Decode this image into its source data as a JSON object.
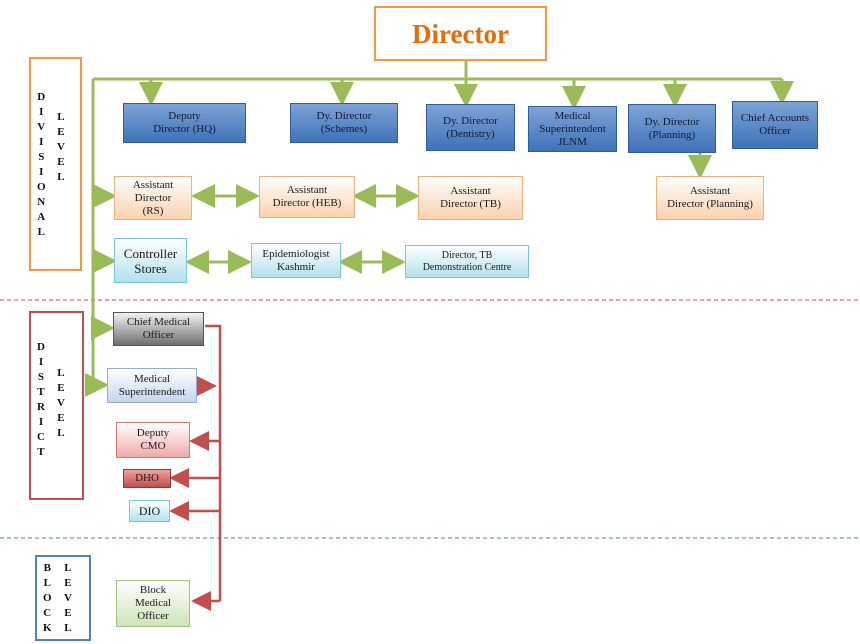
{
  "top": {
    "director": "Director"
  },
  "levels": {
    "divisional": {
      "word1": "DIVISIONAL",
      "word2": "LEVEL"
    },
    "district": {
      "word1": "DISTRICT",
      "word2": "LEVEL"
    },
    "block": {
      "word1": "BLOCK",
      "word2": "LEVEL"
    }
  },
  "divisional_row1": [
    {
      "line1": "Deputy",
      "line2": "Director (HQ)",
      "line3": ""
    },
    {
      "line1": "Dy. Director",
      "line2": "(Schemes)",
      "line3": ""
    },
    {
      "line1": "Dy. Director",
      "line2": "(Dentistry)",
      "line3": ""
    },
    {
      "line1": "Medical",
      "line2": "Superintendent",
      "line3": "JLNM"
    },
    {
      "line1": "Dy. Director",
      "line2": "(Planning)",
      "line3": ""
    },
    {
      "line1": "Chief Accounts",
      "line2": "Officer",
      "line3": ""
    }
  ],
  "divisional_row2": [
    {
      "line1": "Assistant",
      "line2": "Director",
      "line3": "(RS)"
    },
    {
      "line1": "Assistant",
      "line2": "Director (HEB)",
      "line3": ""
    },
    {
      "line1": "Assistant",
      "line2": "Director (TB)",
      "line3": ""
    },
    {
      "line1": "Assistant",
      "line2": "Director (Planning)",
      "line3": ""
    }
  ],
  "divisional_row3": [
    {
      "line1": "Controller",
      "line2": "Stores"
    },
    {
      "line1": "Epidemiologist",
      "line2": "Kashmir"
    },
    {
      "line1": "Director, TB",
      "line2": "Demonstration Centre"
    }
  ],
  "district": [
    {
      "line1": "Chief Medical",
      "line2": "Officer"
    },
    {
      "line1": "Medical",
      "line2": "Superintendent"
    },
    {
      "line1": "Deputy",
      "line2": "CMO"
    },
    {
      "line1": "DHO",
      "line2": ""
    },
    {
      "line1": "DIO",
      "line2": ""
    }
  ],
  "block": {
    "line1": "Block",
    "line2": "Medical",
    "line3": "Officer"
  },
  "colors": {
    "green_line": "#9bbb59",
    "red_line": "#c0504d",
    "orange": "#f79646",
    "dashed_red": "#c0504d",
    "dashed_blue": "#4f81bd"
  }
}
